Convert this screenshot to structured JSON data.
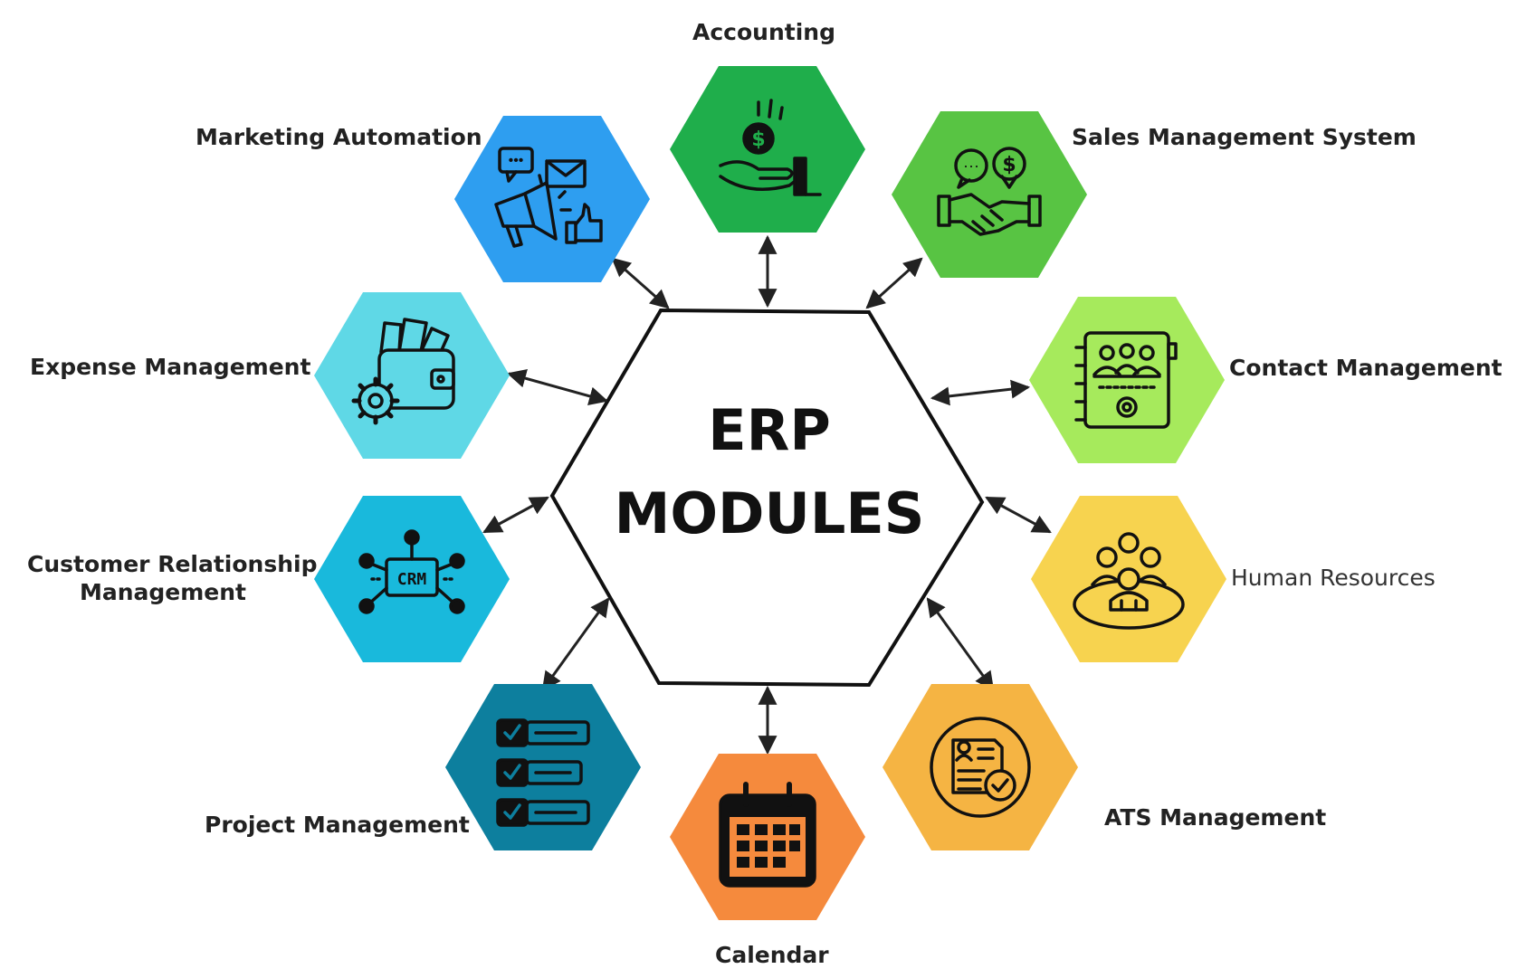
{
  "center": {
    "line1": "ERP",
    "line2": "MODULES"
  },
  "modules": [
    {
      "key": "accounting",
      "label": "Accounting",
      "color": "#1fae4b",
      "icon": "money-hand-icon"
    },
    {
      "key": "sales",
      "label": "Sales Management System",
      "color": "#58c443",
      "icon": "handshake-dollar-icon"
    },
    {
      "key": "contact",
      "label": "Contact Management",
      "color": "#a6ea5c",
      "icon": "contact-book-icon"
    },
    {
      "key": "hr",
      "label": "Human Resources",
      "color": "#f7d34f",
      "icon": "team-icon"
    },
    {
      "key": "ats",
      "label": "ATS Management",
      "color": "#f5b443",
      "icon": "resume-check-icon"
    },
    {
      "key": "calendar",
      "label": "Calendar",
      "color": "#f58a3d",
      "icon": "calendar-icon"
    },
    {
      "key": "project",
      "label": "Project Management",
      "color": "#0d7f9e",
      "icon": "checklist-icon"
    },
    {
      "key": "crm",
      "label": "Customer Relationship\nManagement",
      "line1": "Customer Relationship",
      "line2": "Management",
      "color": "#19b9dc",
      "icon": "crm-network-icon"
    },
    {
      "key": "expense",
      "label": "Expense Management",
      "color": "#5fd8e6",
      "icon": "wallet-gear-icon"
    },
    {
      "key": "marketing",
      "label": "Marketing Automation",
      "color": "#2e9ef0",
      "icon": "megaphone-icon"
    }
  ]
}
